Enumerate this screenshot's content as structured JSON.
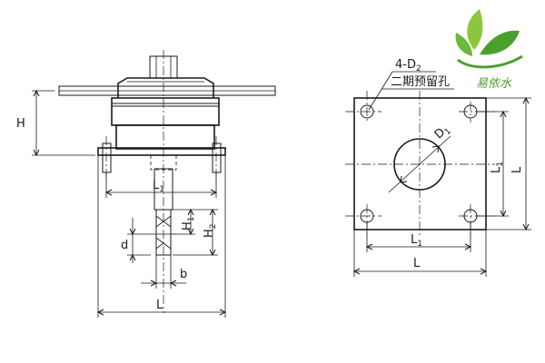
{
  "front_view": {
    "labels": {
      "H": "H",
      "L1": "L",
      "L1_sub": "1",
      "H1": "H",
      "H1_sub": "1",
      "H2": "H",
      "H2_sub": "2",
      "d": "d",
      "b": "b",
      "L": "L"
    }
  },
  "plan_view": {
    "labels": {
      "holes": "4-D",
      "holes_sub": "2",
      "reserved_hole": "二期预留孔",
      "D1": "D",
      "D1_sub": "1",
      "L1_right": "L",
      "L1_right_sub": "1",
      "L_right": "L",
      "L1_bottom": "L",
      "L1_bottom_sub": "1",
      "L_bottom": "L"
    }
  },
  "watermark": {
    "text": "易依水",
    "colors": {
      "leaf_green": "#4aa02c",
      "leaf_light": "#8cc63f"
    }
  }
}
